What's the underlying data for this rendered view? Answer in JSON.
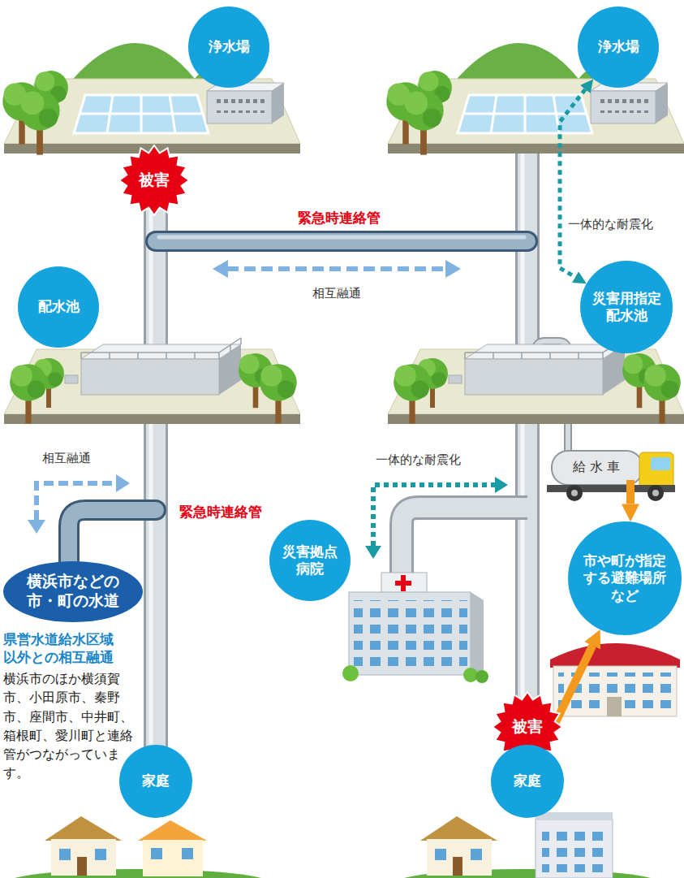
{
  "diagram": {
    "nodes": [
      {
        "text": [
          "浄水場"
        ]
      },
      {
        "text": [
          "浄水場"
        ]
      },
      {
        "text": [
          "被害"
        ]
      },
      {
        "text": [
          "配水池"
        ]
      },
      {
        "text": [
          "災害用指定配水池"
        ]
      },
      {
        "text": [
          "横浜市などの市・町の水道"
        ]
      },
      {
        "text": [
          "災害拠点病院"
        ]
      },
      {
        "text": [
          "給水車"
        ]
      },
      {
        "text": [
          "市や町が指定する避難場所など"
        ]
      },
      {
        "text": [
          "被害"
        ]
      },
      {
        "text": [
          "家庭"
        ]
      },
      {
        "text": [
          "家庭"
        ]
      }
    ],
    "edges": [
      {
        "from": 1,
        "to": 4,
        "arrow": "both",
        "label": "一体的な耐震化"
      },
      {
        "from": 7,
        "to": 8,
        "arrow": "to"
      },
      {
        "from": 11,
        "to": 8,
        "arrow": "to"
      }
    ],
    "labels": [
      "緊急時連絡管",
      "相互融通",
      "相互融通",
      "緊急時連絡管",
      "一体的な耐震化",
      "県営水道給水区域以外との相互融通",
      "横浜市のほか横須賀市、小田原市、秦野市、座間市、中井町、箱根町、愛川町と連絡管がつながっています。"
    ]
  }
}
